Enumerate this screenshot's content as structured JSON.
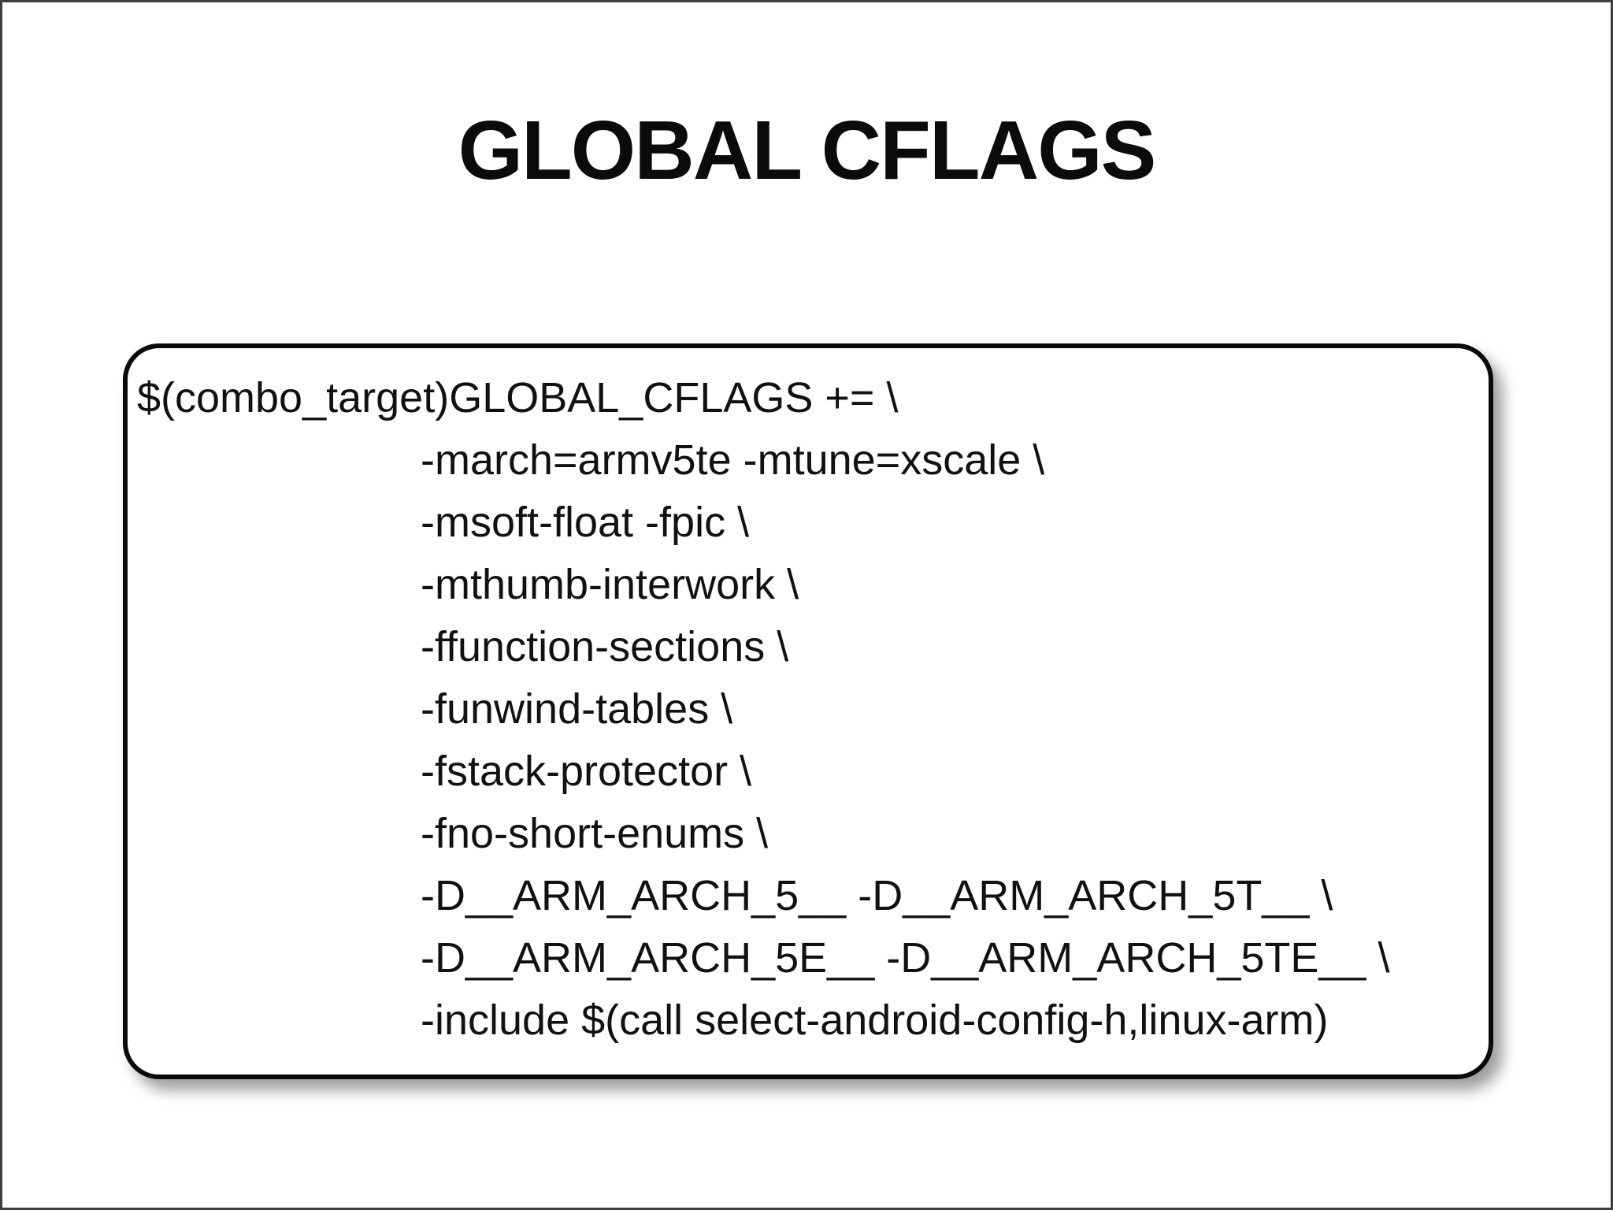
{
  "slide": {
    "title": "GLOBAL CFLAGS"
  },
  "code": {
    "language_hint": "makefile",
    "lines": [
      "$(combo_target)GLOBAL_CFLAGS += \\",
      "-march=armv5te -mtune=xscale \\",
      "-msoft-float -fpic \\",
      "-mthumb-interwork \\",
      "-ffunction-sections \\",
      "-funwind-tables \\",
      "-fstack-protector \\",
      "-fno-short-enums \\",
      "-D__ARM_ARCH_5__ -D__ARM_ARCH_5T__ \\",
      "-D__ARM_ARCH_5E__ -D__ARM_ARCH_5TE__ \\",
      "-include $(call select-android-config-h,linux-arm)"
    ]
  }
}
